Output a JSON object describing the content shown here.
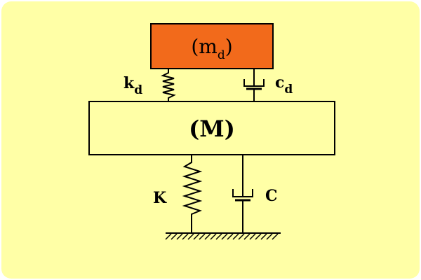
{
  "colors": {
    "background": "#ffffa6",
    "damper_mass_fill": "#f26a1b",
    "main_mass_fill": "#ffffa6",
    "stroke": "#000000"
  },
  "labels": {
    "damper_mass": {
      "open": "(m",
      "sub": "d",
      "close": ")"
    },
    "main_mass": "(M)",
    "damper_spring": {
      "base": "k",
      "sub": "d"
    },
    "damper_dashpot": {
      "base": "c",
      "sub": "d"
    },
    "main_spring": "K",
    "main_dashpot": "C"
  },
  "components": {
    "damper_mass_block": "damper-mass",
    "main_mass_block": "main-mass",
    "upper_spring": "spring",
    "upper_dashpot": "dashpot",
    "lower_spring": "spring",
    "lower_dashpot": "dashpot",
    "ground": "fixed-support"
  }
}
